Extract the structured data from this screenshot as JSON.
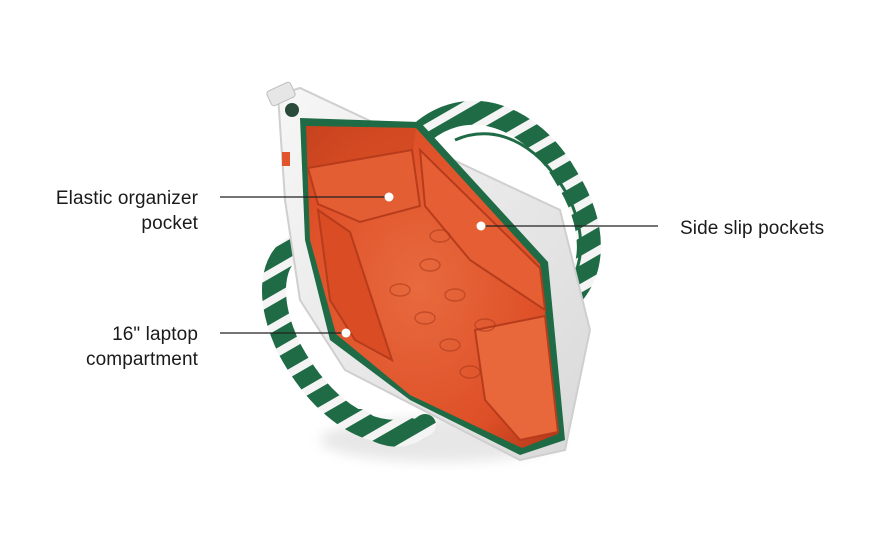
{
  "callouts": {
    "elastic": {
      "line1": "Elastic organizer",
      "line2": "pocket"
    },
    "laptop": {
      "line1": "16\" laptop",
      "line2": "compartment"
    },
    "side": {
      "line1": "Side slip pockets"
    }
  },
  "colors": {
    "strap_green": "#1f6b45",
    "strap_white": "#f2f2f2",
    "lining_orange": "#e2552c",
    "lining_dark": "#c2401f",
    "bag_white": "#ececec",
    "leader_line": "#222222",
    "dot": "#ffffff"
  }
}
